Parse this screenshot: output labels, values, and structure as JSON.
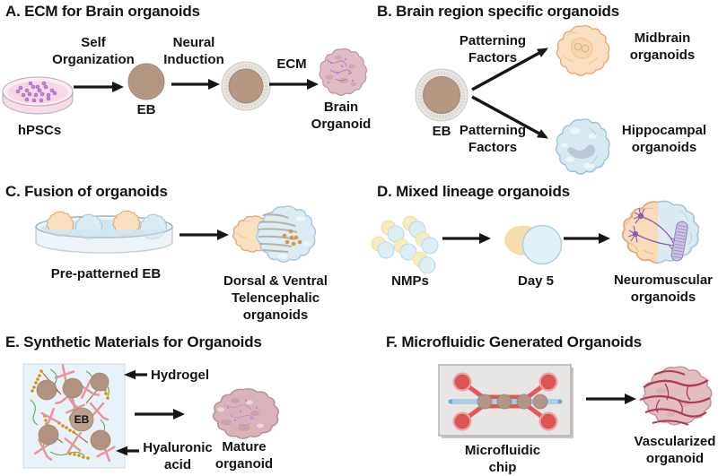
{
  "panels": {
    "a": {
      "title": "A. ECM for Brain organoids",
      "hpscs": "hPSCs",
      "step1": "Self\nOrganization",
      "eb": "EB",
      "step2": "Neural\nInduction",
      "step3": "ECM",
      "result": "Brain\nOrganoid"
    },
    "b": {
      "title": "B. Brain region specific organoids",
      "eb": "EB",
      "patterning_top": "Patterning\nFactors",
      "patterning_bottom": "Patterning\nFactors",
      "midbrain": "Midbrain\norganoids",
      "hippocampal": "Hippocampal\norganoids"
    },
    "c": {
      "title": "C. Fusion of organoids",
      "dish": "Pre-patterned EB",
      "result": "Dorsal & Ventral\nTelencephalic\norganoids"
    },
    "d": {
      "title": "D. Mixed lineage organoids",
      "nmps": "NMPs",
      "day5": "Day 5",
      "result": "Neuromuscular\norganoids"
    },
    "e": {
      "title": "E. Synthetic Materials for Organoids",
      "hydrogel": "Hydrogel",
      "eb": "EB",
      "hyaluronic": "Hyaluronic\nacid",
      "result": "Mature\norganoid"
    },
    "f": {
      "title": "F. Microfluidic Generated Organoids",
      "chip": "Microfluidic\nchip",
      "result": "Vascularized\norganoid"
    }
  },
  "colors": {
    "text": "#141414",
    "arrow_black": "#161616",
    "eb_brown": "#b49884",
    "halo_gray": "#e9e6e2",
    "dish_media_pink": "#f8d7e8",
    "hpsc_purple": "#bf85cf",
    "brain_organoid_pink": "#dfbdc5",
    "midbrain_orange": "#f9dfc0",
    "hippocampal_blue": "#d9e9f2",
    "nmp_yellow": "#f6ecbe",
    "nmp_blue": "#ddeef6",
    "hydrogel_bg": "#eaf2f9",
    "crosslinker_pink": "#e6939b",
    "bead_orange": "#d8920e",
    "polymer_green": "#72b172",
    "chip_red": "#dd5a5a",
    "channel_blue": "#a6d0e3",
    "vessel_red": "#b23a52",
    "neuron_purple": "#8a5cae"
  }
}
